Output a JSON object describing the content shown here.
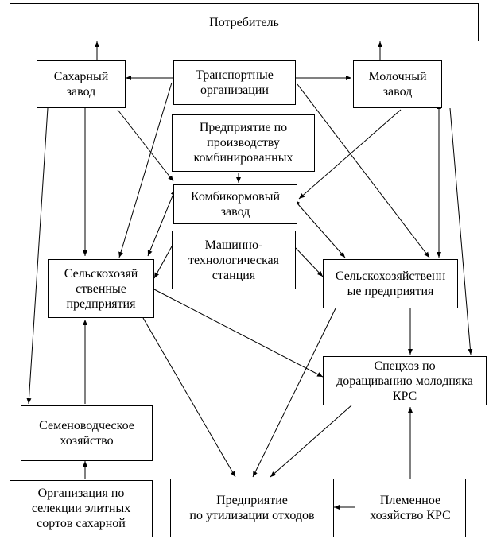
{
  "nodes": {
    "consumer": "Потребитель",
    "sugar_plant": "Сахарный\nзавод",
    "transport": "Транспортные\nорганизации",
    "dairy_plant": "Молочный\nзавод",
    "combined_prod": "Предприятие по\nпроизводству\nкомбинированных",
    "feed_mill": "Комбикормовый\nзавод",
    "machine_station": "Машинно-\nтехнологическая\nстанция",
    "agri_left": "Сельскохозяй\nственные\nпредприятия",
    "agri_right": "Сельскохозяйственн\nые предприятия",
    "special_farm": "Спецхоз по\nдоращиванию молодняка\nКРС",
    "seed_farm": "Семеноводческое\nхозяйство",
    "selection_org": "Организация по\nселекции элитных\nсортов сахарной",
    "waste_plant": "Предприятие\nпо утилизации отходов",
    "breeding_farm": "Племенное\nхозяйство КРС"
  }
}
